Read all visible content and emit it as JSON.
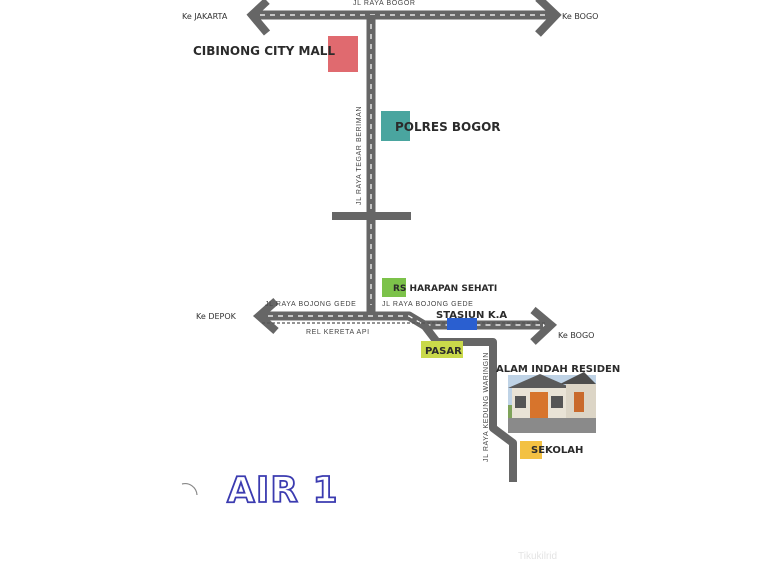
{
  "destinations": {
    "jakarta": "Ke JAKARTA",
    "bogor_top": "Ke BOGO",
    "depok": "Ke DEPOK",
    "bogor_mid": "Ke BOGO"
  },
  "roads": {
    "jl_raya_bogor": "JL RAYA BOGOR",
    "tegar_beriman": "JL RAYA TEGAR BERIMAN",
    "bojong_gede_left": "JL RAYA BOJONG GEDE",
    "bojong_gede_right": "JL RAYA BOJONG GEDE",
    "rel_kereta": "REL KERETA API",
    "kedung_waringin": "JL RAYA KEDUNG WARINGIN"
  },
  "landmarks": {
    "mall": "CIBINONG CITY MALL",
    "polres": "POLRES BOGOR",
    "rs": "RS HARAPAN SEHATI",
    "stasiun": "STASIUN K.A",
    "pasar": "PASAR",
    "residence": "ALAM INDAH RESIDEN",
    "sekolah": "SEKOLAH"
  },
  "title": "AIR 1",
  "watermark": "Tikukilrid",
  "colors": {
    "road": "#666666",
    "mall": "#e06a6f",
    "polres": "#4aa59f",
    "rs": "#7cc24a",
    "stasiun": "#2a5fd0",
    "pasar": "#c9d94a",
    "sekolah": "#f3c142",
    "title_outline": "#3b3bb0"
  }
}
